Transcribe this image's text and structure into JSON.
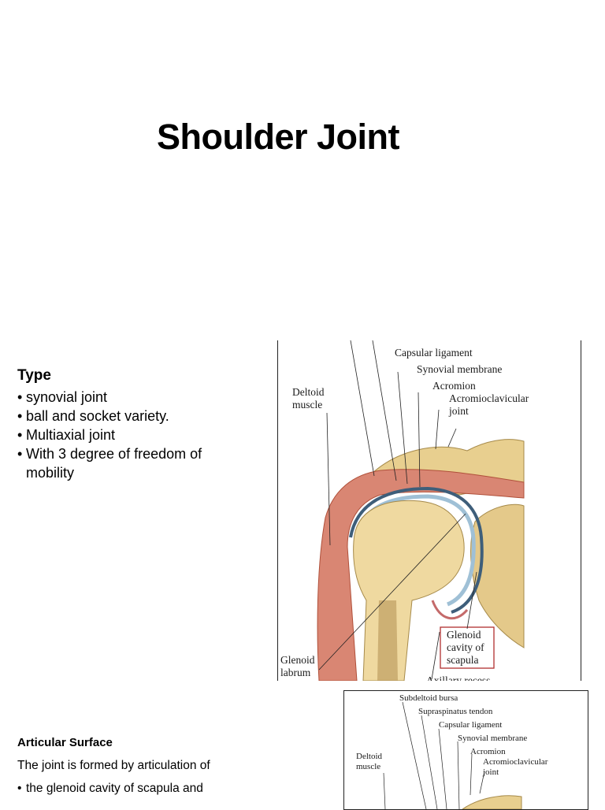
{
  "slide": {
    "title": "Shoulder Joint"
  },
  "type_section": {
    "heading": "Type",
    "bullets": [
      "synovial joint",
      "ball and socket variety.",
      "Multiaxial joint",
      "With 3 degree of freedom of mobility"
    ]
  },
  "figure_main": {
    "labels": {
      "capsular_ligament": "Capsular ligament",
      "synovial_membrane": "Synovial membrane",
      "acromion": "Acromion",
      "acromioclavicular_1": "Acromioclavicular",
      "acromioclavicular_2": "joint",
      "deltoid_1": "Deltoid",
      "deltoid_2": "muscle",
      "glenoid_cavity_1": "Glenoid",
      "glenoid_cavity_2": "cavity of",
      "glenoid_cavity_3": "scapula",
      "glenoid_labrum_1": "Glenoid",
      "glenoid_labrum_2": "labrum",
      "axillary_recess": "Axillary recess"
    }
  },
  "articular_section": {
    "heading": "Articular Surface",
    "intro": "The joint is formed by articulation of",
    "bullets": [
      "the glenoid cavity of scapula and"
    ]
  },
  "figure_small": {
    "labels": {
      "subdeltoid_bursa": "Subdeltoid bursa",
      "supraspinatus_tendon": "Supraspinatus tendon",
      "capsular_ligament": "Capsular ligament",
      "synovial_membrane": "Synovial membrane",
      "acromion": "Acromion",
      "acromioclavicular_1": "Acromioclavicular",
      "acromioclavicular_2": "joint",
      "deltoid_1": "Deltoid",
      "deltoid_2": "muscle"
    }
  }
}
